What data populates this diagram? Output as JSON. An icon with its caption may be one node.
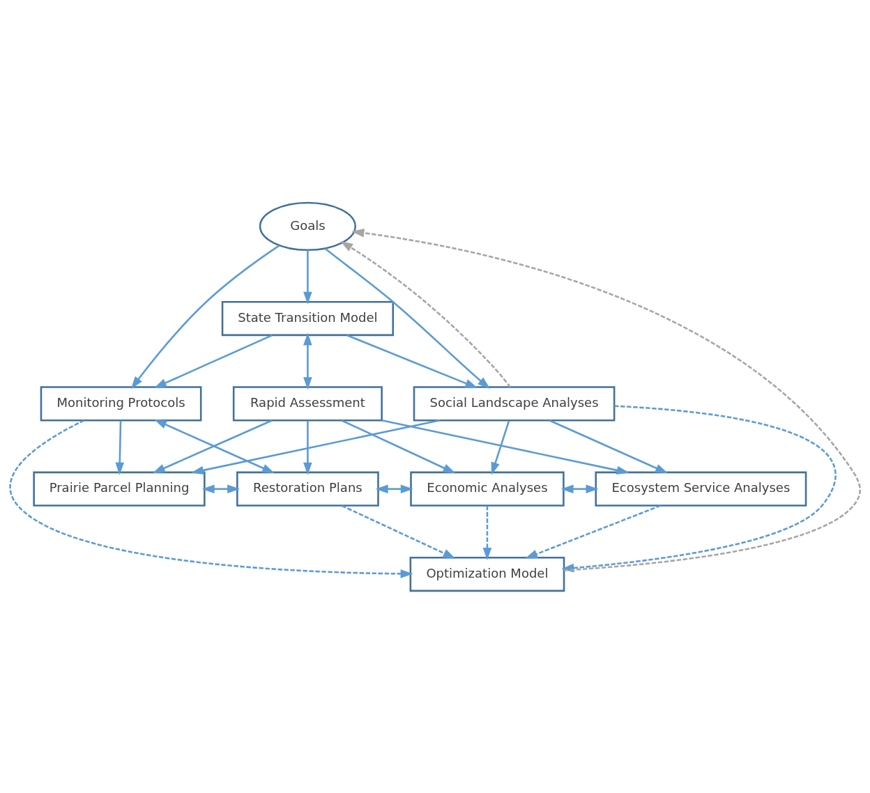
{
  "diagram": {
    "nodes": [
      {
        "text": [
          "Goals"
        ]
      },
      {
        "text": [
          "State Transition Model"
        ]
      },
      {
        "text": [
          "Monitoring Protocols"
        ]
      },
      {
        "text": [
          "Rapid Assessment"
        ]
      },
      {
        "text": [
          "Social Landscape Analyses"
        ]
      },
      {
        "text": [
          "Prairie Parcel Planning"
        ]
      },
      {
        "text": [
          "Restoration Plans"
        ]
      },
      {
        "text": [
          "Economic Analyses"
        ]
      },
      {
        "text": [
          "Ecosystem Service Analyses"
        ]
      },
      {
        "text": [
          "Optimization Model"
        ]
      }
    ],
    "edges": [
      {
        "from": 0,
        "to": 1,
        "arrow": "to"
      },
      {
        "from": 0,
        "to": 2,
        "arrow": "to"
      },
      {
        "from": 0,
        "to": 4,
        "arrow": "to"
      },
      {
        "from": 1,
        "to": 2,
        "arrow": "to"
      },
      {
        "from": 1,
        "to": 3,
        "arrow": "both"
      },
      {
        "from": 1,
        "to": 4,
        "arrow": "to"
      },
      {
        "from": 2,
        "to": 5,
        "arrow": "to"
      },
      {
        "from": 2,
        "to": 6,
        "arrow": "both"
      },
      {
        "from": 3,
        "to": 5,
        "arrow": "to"
      },
      {
        "from": 3,
        "to": 6,
        "arrow": "to"
      },
      {
        "from": 3,
        "to": 7,
        "arrow": "to"
      },
      {
        "from": 3,
        "to": 8,
        "arrow": "to"
      },
      {
        "from": 4,
        "to": 5,
        "arrow": "to"
      },
      {
        "from": 4,
        "to": 7,
        "arrow": "to"
      },
      {
        "from": 4,
        "to": 8,
        "arrow": "to"
      },
      {
        "from": 5,
        "to": 6,
        "arrow": "both"
      },
      {
        "from": 6,
        "to": 7,
        "arrow": "both"
      },
      {
        "from": 7,
        "to": 8,
        "arrow": "both"
      },
      {
        "from": 6,
        "to": 9,
        "arrow": "to",
        "style": "dashed"
      },
      {
        "from": 7,
        "to": 9,
        "arrow": "to",
        "style": "dashed"
      },
      {
        "from": 8,
        "to": 9,
        "arrow": "to",
        "style": "dashed"
      },
      {
        "from": 2,
        "to": 9,
        "arrow": "to",
        "style": "dashed"
      },
      {
        "from": 4,
        "to": 9,
        "arrow": "to",
        "style": "dashed"
      },
      {
        "from": 9,
        "to": 0,
        "arrow": "to",
        "style": "dashed",
        "color": "#a6a6a6"
      },
      {
        "from": 4,
        "to": 0,
        "arrow": "to",
        "style": "dashed",
        "color": "#a6a6a6"
      }
    ]
  }
}
